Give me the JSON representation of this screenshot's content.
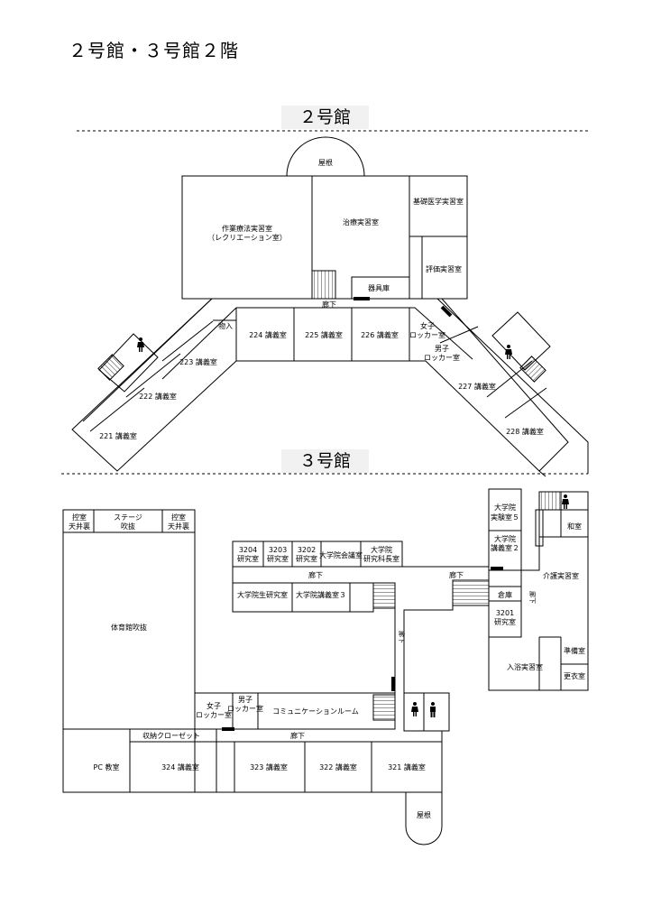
{
  "title": "２号館・３号館２階",
  "buildings": {
    "b2": "２号館",
    "b3": "３号館"
  },
  "rooms": {
    "roof_top": "屋根",
    "ot_lab_1": "作業療法実習室",
    "ot_lab_2": "（レクリエーション室）",
    "treatment_lab": "治療実習室",
    "basic_med_lab": "基礎医学実習室",
    "evaluation_lab": "評価実習室",
    "equipment_store": "器具庫",
    "corridor_2_top": "廊下",
    "storage_small": "物入",
    "r224": "224 講義室",
    "r225": "225 講義室",
    "r226": "226 講義室",
    "women_locker_2_a": "女子",
    "women_locker_2_b": "ロッカー室",
    "men_locker_2_a": "男子",
    "men_locker_2_b": "ロッカー室",
    "r223": "223 講義室",
    "r222": "222 講義室",
    "r221": "221 講義室",
    "r227": "227 講義室",
    "r228": "228 講義室",
    "waiting_left_a": "控室",
    "waiting_left_b": "天井裏",
    "stage_a": "ステージ",
    "stage_b": "吹抜",
    "waiting_right_a": "控室",
    "waiting_right_b": "天井裏",
    "gym": "体育館吹抜",
    "r3204_a": "3204",
    "r3204_b": "研究室",
    "r3203_a": "3203",
    "r3203_b": "研究室",
    "r3202_a": "3202",
    "r3202_b": "研究室",
    "grad_meeting": "大学院会議室",
    "grad_dean_a": "大学院",
    "grad_dean_b": "研究科長室",
    "grad_lab5_a": "大学院",
    "grad_lab5_b": "実験室５",
    "grad_lec2_a": "大学院",
    "grad_lec2_b": "講義室２",
    "japanese_room": "和室",
    "care_lab": "介護実習室",
    "corridor_3_mid": "廊下",
    "corridor_3_right": "廊下",
    "grad_student_lab": "大学院生研究室",
    "grad_lec3": "大学院講義室３",
    "warehouse": "倉庫",
    "r3201_a": "3201",
    "r3201_b": "研究室",
    "corridor_3_vert1": "廊下",
    "corridor_3_vert2": "廊下",
    "prep_room": "準備室",
    "bath_lab": "入浴実習室",
    "changing_room": "更衣室",
    "women_locker_3_a": "女子",
    "women_locker_3_b": "ロッカー室",
    "men_locker_3_a": "男子",
    "men_locker_3_b": "ロッカー室",
    "communication": "コミュニケーションルーム",
    "closet": "収納クローゼット",
    "corridor_3_bottom": "廊下",
    "pc_room": "PC 教室",
    "r324": "324 講義室",
    "r323": "323 講義室",
    "r322": "322 講義室",
    "r321": "321 講義室",
    "roof_bottom": "屋根"
  },
  "icons": [
    "restroom-female-icon",
    "restroom-male-icon",
    "stairs-icon"
  ]
}
